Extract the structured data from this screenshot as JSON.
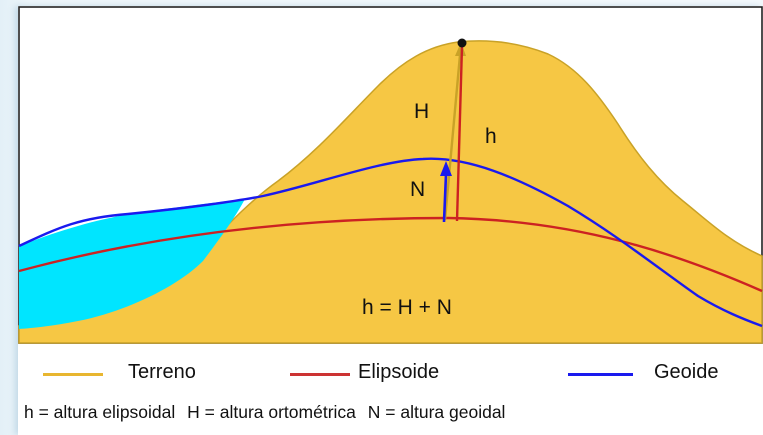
{
  "labels": {
    "H": "H",
    "h": "h",
    "N": "N",
    "formula": "h = H + N"
  },
  "legend": [
    {
      "label": "Terreno",
      "color": "#e8b630"
    },
    {
      "label": "Elipsoide",
      "color": "#cc3333"
    },
    {
      "label": "Geoide",
      "color": "#1a1aee"
    }
  ],
  "definitions": [
    "h = altura elipsoidal",
    "H = altura ortométrica",
    "N = altura geoidal"
  ],
  "colors": {
    "terrain_fill": "#f6c744",
    "terrain_outline": "#c9a227",
    "water": "#00e5ff",
    "orthometric_line": "#c9a227",
    "ellipsoidal_line": "#cc2222",
    "geoid_arrow": "#1a1aee",
    "point": "#111111"
  }
}
